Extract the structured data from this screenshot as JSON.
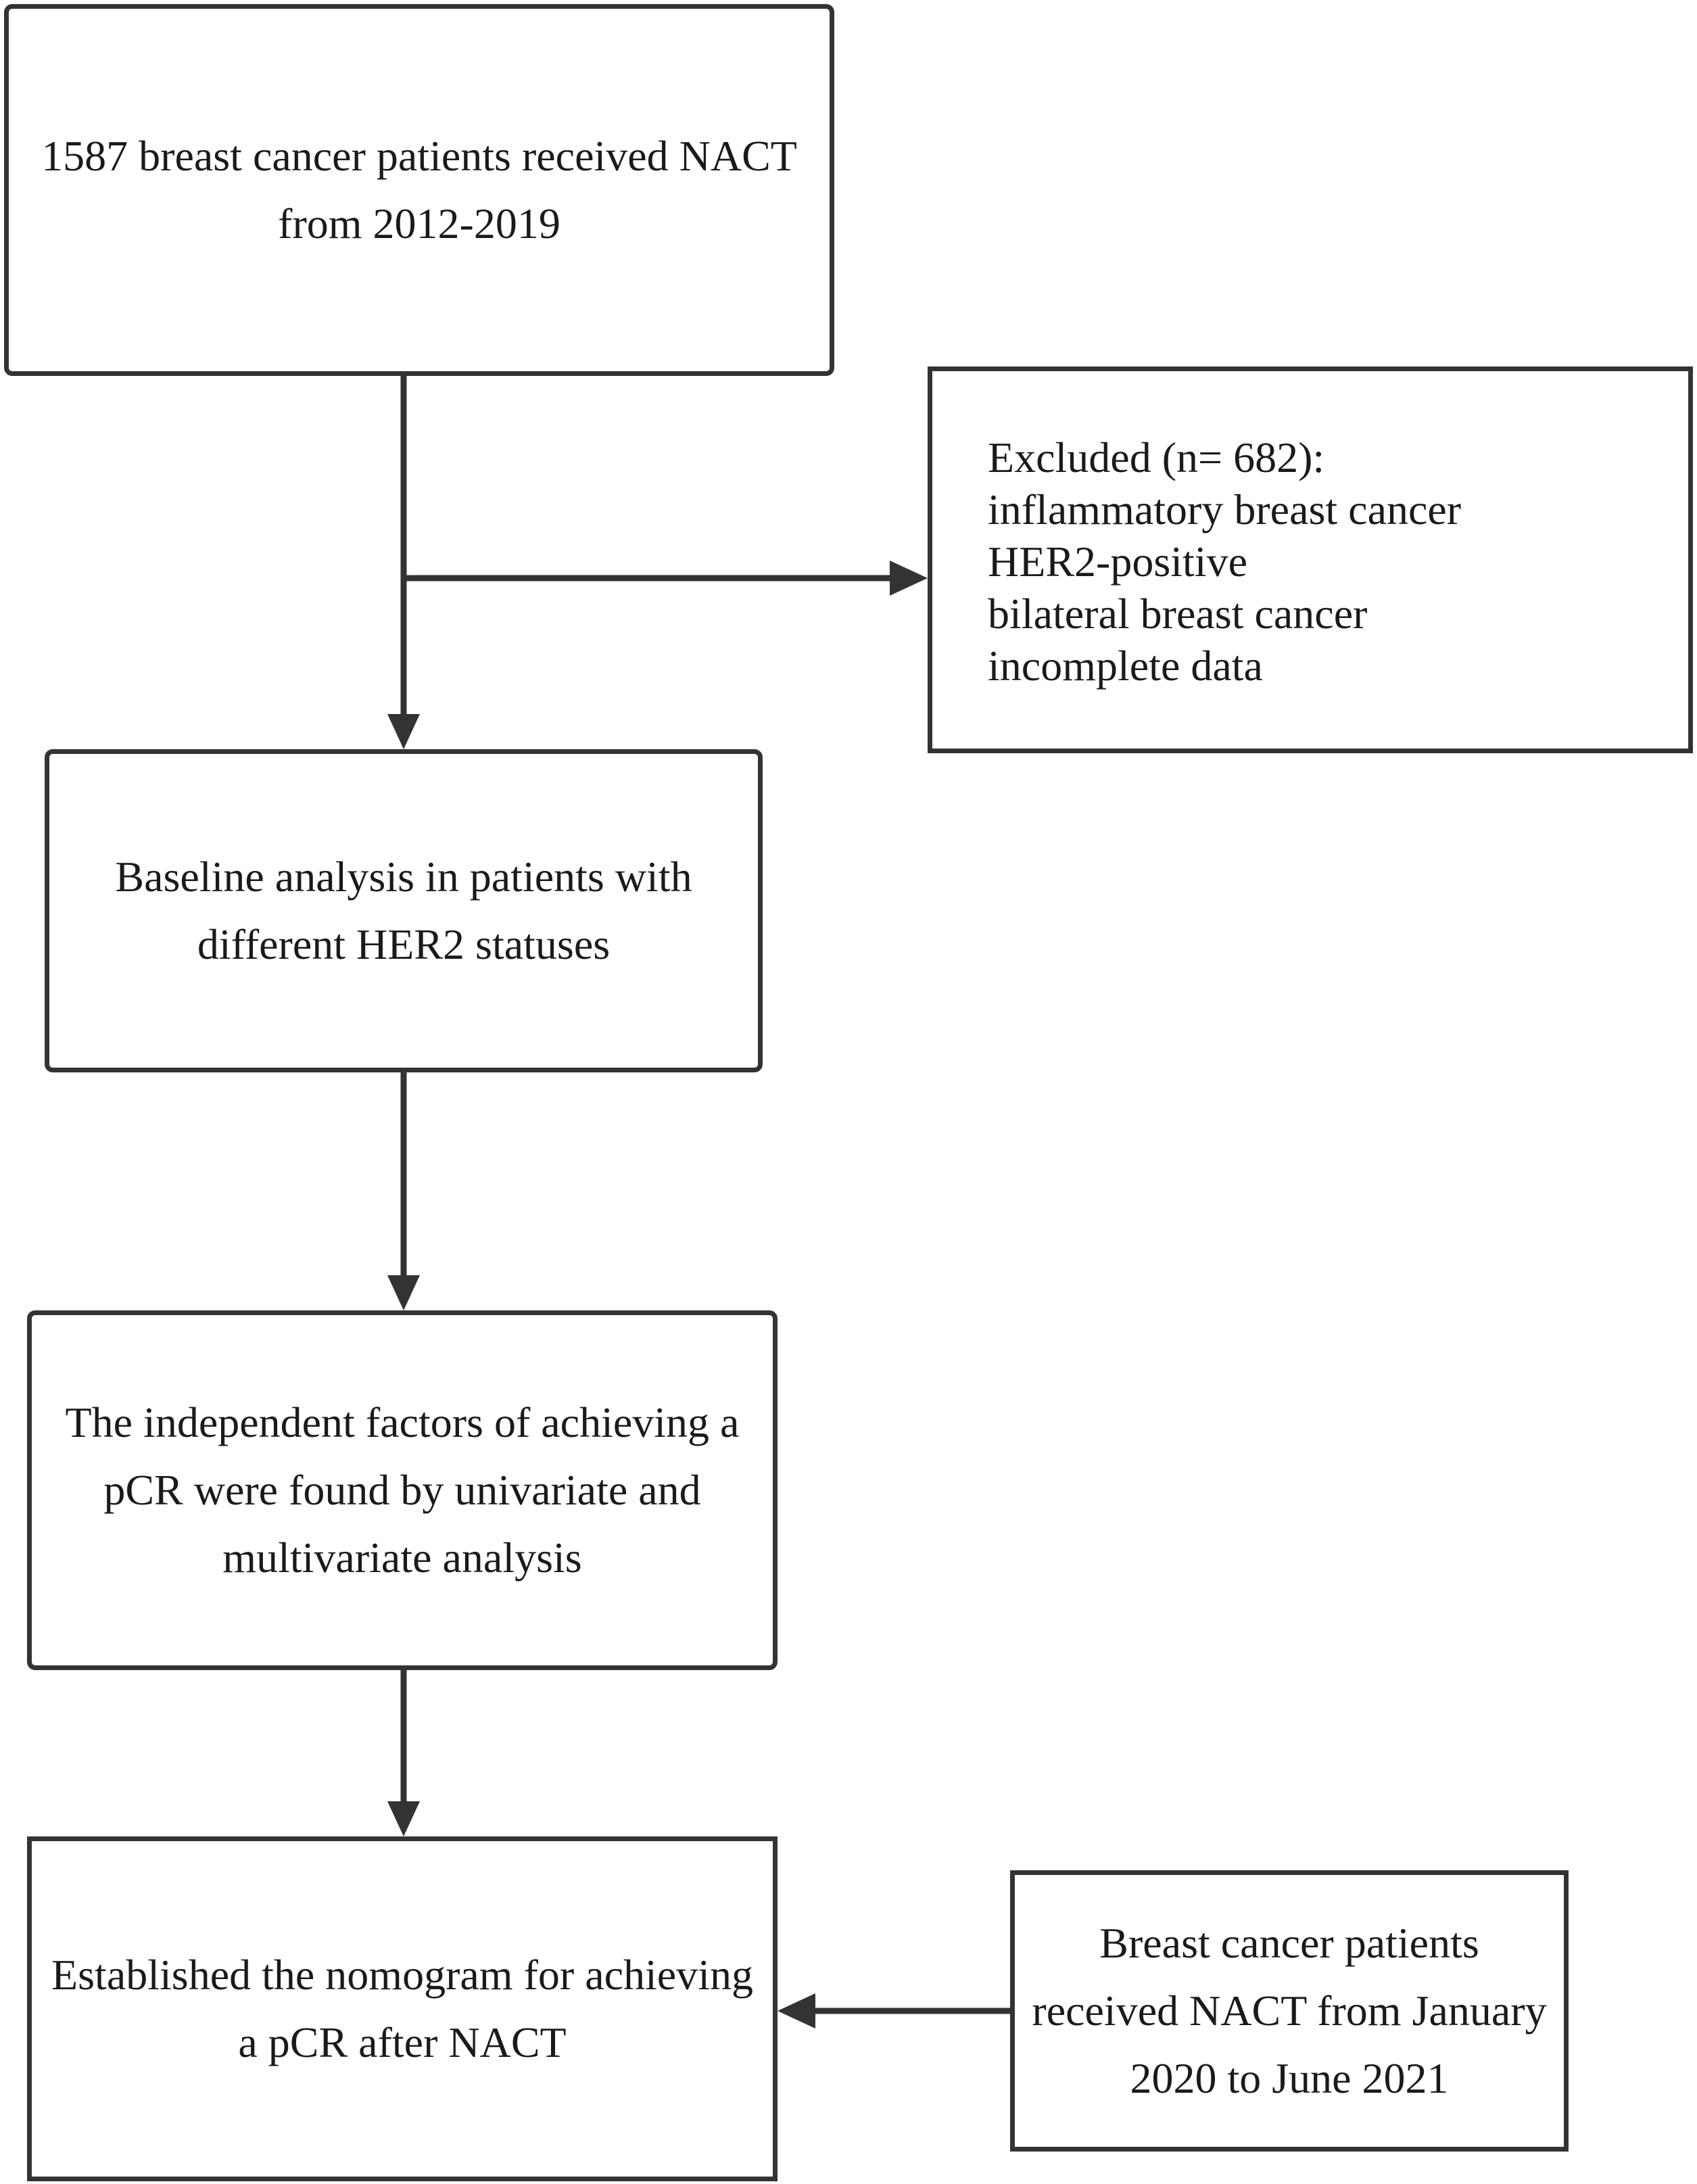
{
  "flow": {
    "start": "1587 breast cancer patients received NACT from 2012-2019",
    "excluded": {
      "title": "Excluded (n= 682):",
      "items": [
        "inflammatory breast cancer",
        "HER2-positive",
        "bilateral breast cancer",
        "incomplete data"
      ]
    },
    "baseline": "Baseline analysis in patients with different HER2 statuses",
    "factors": "The independent factors of achieving a pCR were found by univariate and multivariate analysis",
    "nomogram": "Established the nomogram for achieving a pCR after NACT",
    "validation": "Breast cancer patients received NACT from January 2020 to June 2021"
  },
  "colors": {
    "stroke": "#333333",
    "text": "#1a1a1a",
    "background": "#ffffff"
  }
}
